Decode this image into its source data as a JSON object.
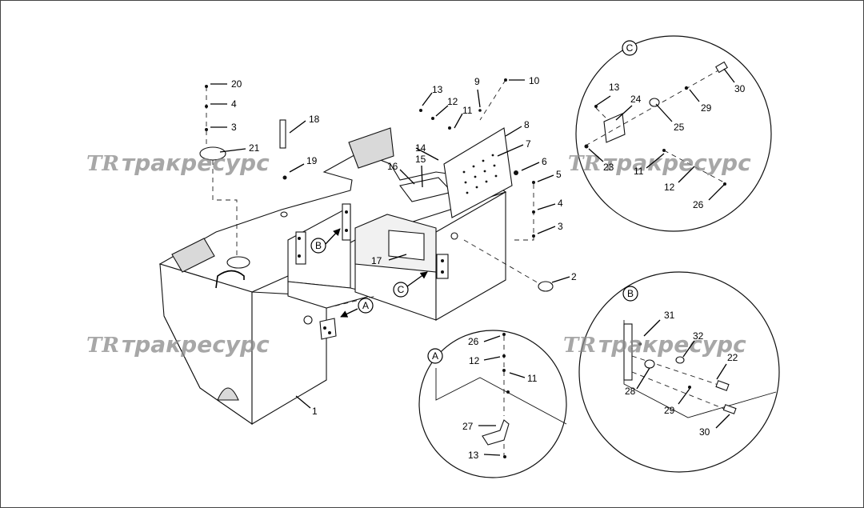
{
  "watermark": {
    "logo": "TR",
    "text": "тракресурс"
  },
  "detail_views": [
    {
      "id": "A",
      "label": "A"
    },
    {
      "id": "B",
      "label": "B"
    },
    {
      "id": "C",
      "label": "C"
    }
  ],
  "view_refs": [
    {
      "label": "A"
    },
    {
      "label": "B"
    },
    {
      "label": "C"
    }
  ],
  "callouts": {
    "main": [
      "1",
      "2",
      "3",
      "4",
      "5",
      "6",
      "7",
      "8",
      "9",
      "10",
      "11",
      "12",
      "13",
      "14",
      "15",
      "16",
      "17",
      "18",
      "19",
      "3",
      "4",
      "20",
      "21"
    ],
    "detail_a": [
      "26",
      "12",
      "11",
      "27",
      "13"
    ],
    "detail_b": [
      "31",
      "32",
      "22",
      "28",
      "29",
      "30"
    ],
    "detail_c": [
      "13",
      "24",
      "29",
      "30",
      "25",
      "23",
      "11",
      "12",
      "26"
    ]
  }
}
